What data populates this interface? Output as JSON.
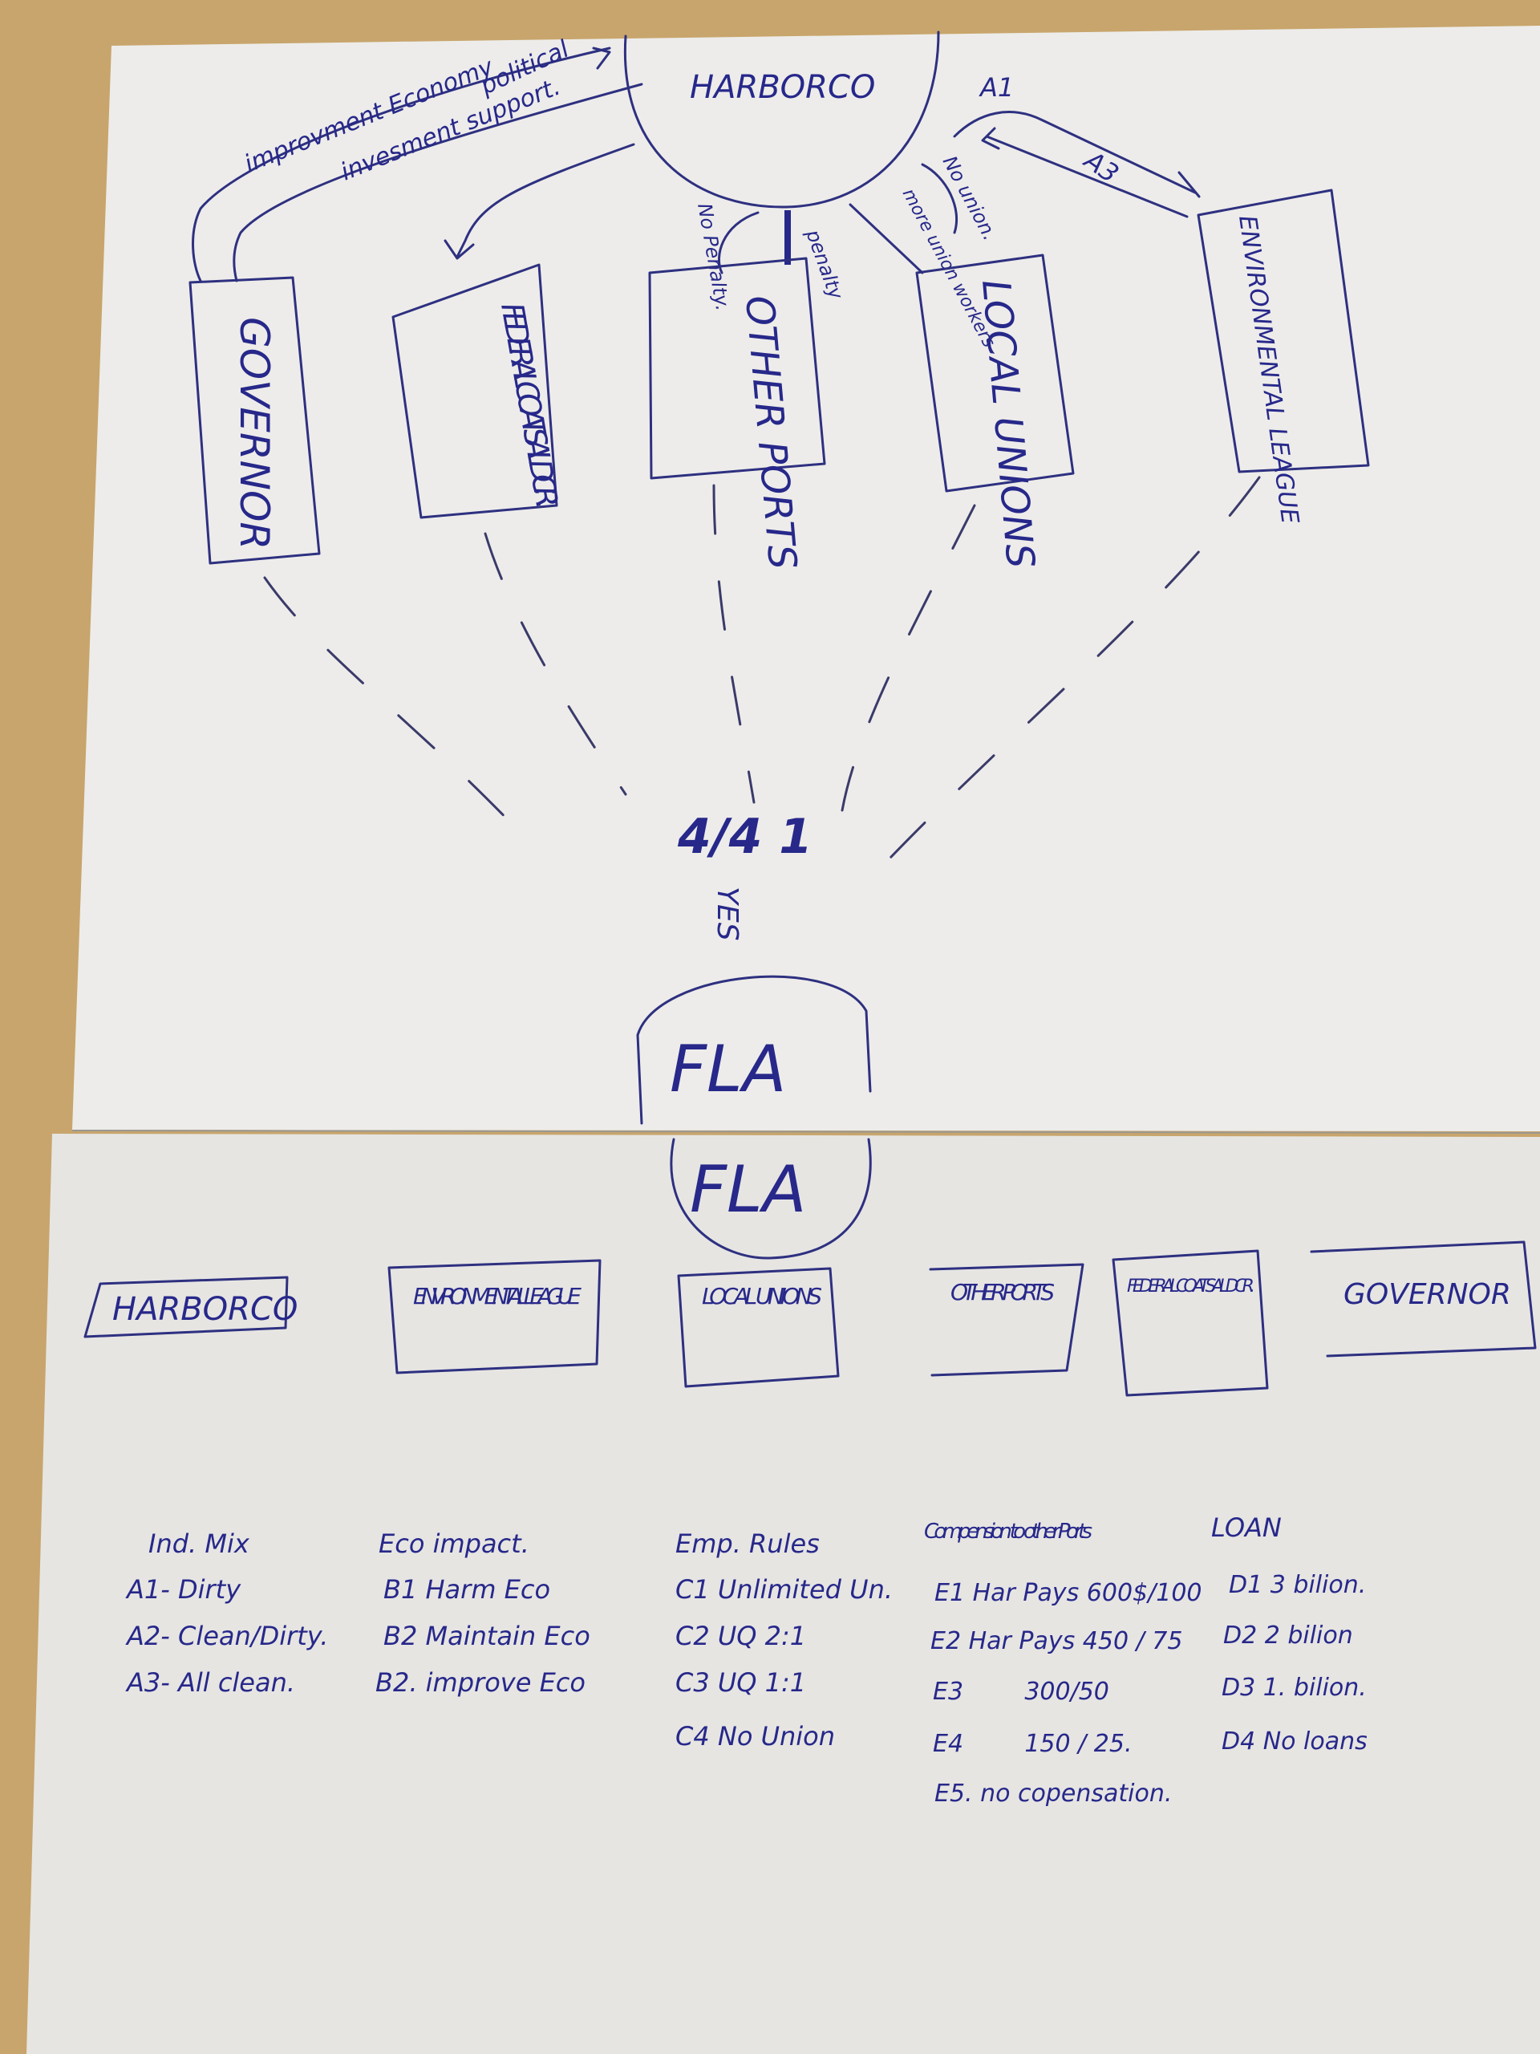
{
  "top_sheet": {
    "center": "HARBORCO",
    "arrow_labels": {
      "political": "political",
      "improve_economy": "improvment Economy",
      "investment_support": "invesment support.",
      "a1": "A1",
      "a3": "A3",
      "no_union": "No union.",
      "more_union_workers": "more union workers",
      "no_penalty": "No Penalty.",
      "penalty": "penalty"
    },
    "boxes": [
      "GOVERNOR",
      "FEDERAL COATSAL DCR.",
      "OTHER PORTS",
      "LOCAL UNIONS",
      "ENVIRONMENTAL LEAGUE"
    ],
    "vote_mark": "4/4 1",
    "yes_mark": "YES",
    "target": "FLA"
  },
  "bottom_sheet": {
    "center": "FLA",
    "boxes": [
      "HARBORCO",
      "ENVIRONMENTAL LEAGUE",
      "LOCAL UNIONS",
      "OTHER PORTS",
      "FEDERAL COATSAL DCR.",
      "GOVERNOR"
    ],
    "lists": [
      {
        "header": "Ind. Mix",
        "items": [
          "A1- Dirty",
          "A2- Clean/Dirty.",
          "A3- All clean."
        ]
      },
      {
        "header": "Eco impact.",
        "items": [
          "B1  Harm Eco",
          "B2  Maintain Eco",
          "B2. improve Eco"
        ]
      },
      {
        "header": "Emp. Rules",
        "items": [
          "C1 Unlimited Un.",
          "C2 UQ 2:1",
          "C3 UQ 1:1",
          "C4 No Union"
        ]
      },
      {
        "header": "Compension to other Ports",
        "items": [
          "E1 Har Pays 600$/100",
          "E2 Har Pays 450 / 75",
          "E3        300/50",
          "E4        150 / 25.",
          "E5. no copensation."
        ]
      },
      {
        "header": "LOAN",
        "items": [
          "D1 3 bilion.",
          "D2 2 bilion",
          "D3 1. bilion.",
          "D4 No loans"
        ]
      }
    ]
  },
  "colors": {
    "ink": "#27288a",
    "paper": "#ecebe8",
    "desk": "#c8a56c"
  }
}
